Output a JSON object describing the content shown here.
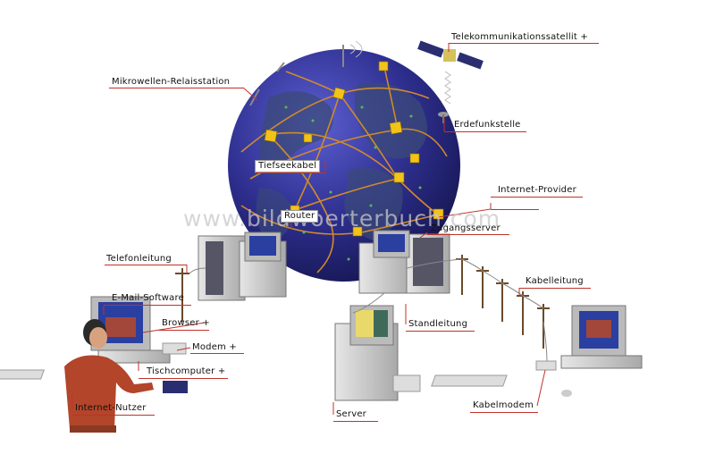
{
  "watermark": "www.bildwoerterbuch.com",
  "labels": {
    "satellite": "Telekommunikationssatellit +",
    "microwave": "Mikrowellen-Relaisstation",
    "earth_station": "Erdefunkstelle",
    "deep_sea_cable": "Tiefseekabel",
    "provider": "Internet-Provider",
    "router": "Router",
    "access_server": "Zugangsserver",
    "telephone_line": "Telefonleitung",
    "cable_line": "Kabelleitung",
    "email_software": "E-Mail-Software",
    "browser": "Browser +",
    "modem": "Modem +",
    "desktop": "Tischcomputer +",
    "dedicated_line": "Standleitung",
    "internet_user": "Internet-Nutzer",
    "server": "Server",
    "cable_modem": "Kabelmodem"
  },
  "colors": {
    "globe": "#2e2f8f",
    "land": "#3a4a6c",
    "network_line": "#d08a2c",
    "node": "#f2c318",
    "leader": "#c0332a",
    "device": "#c9c9c9",
    "screen": "#2a3fa0"
  }
}
